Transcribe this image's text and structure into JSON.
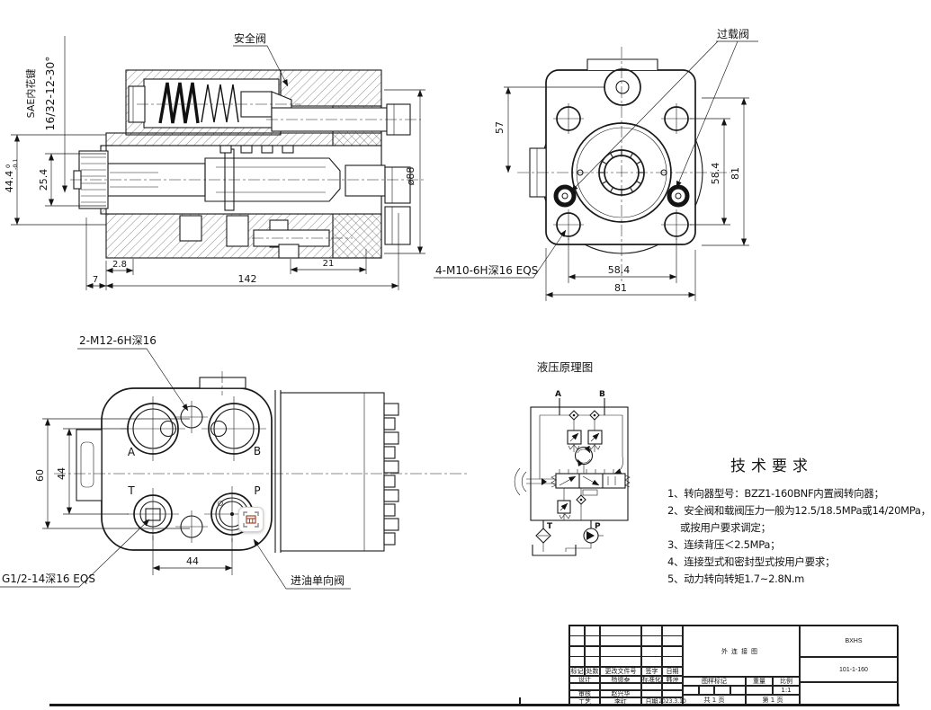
{
  "section_view": {
    "spline_label_line1": "SAE内花键",
    "spline_label_line2": "16/32-12-30°",
    "safety_valve_label": "安全阀",
    "dims": {
      "d444": "44.4",
      "d444_tol_up": "0",
      "d444_tol_dn": "-0.1",
      "d254": "25.4",
      "d28": "2.8",
      "d7": "7",
      "d142": "142",
      "d21": "21",
      "d88": "ø88"
    }
  },
  "end_view": {
    "overload_valve_label": "过载阀",
    "bolt_spec_label": "4-M10-6H深16 EQS",
    "dims": {
      "d57": "57",
      "d584_right": "58.4",
      "d81_right": "81",
      "d584_bottom": "58.4",
      "d81_bottom": "81"
    }
  },
  "port_view": {
    "m12_spec_label": "2-M12-6H深16",
    "g12_spec_label": "G1/2-14深16 EQS",
    "inlet_check_valve_label": "进油单向阀",
    "ports": {
      "a": "A",
      "b": "B",
      "t": "T",
      "p": "P"
    },
    "dims": {
      "d60": "60",
      "d44_v": "44",
      "d44_h": "44"
    }
  },
  "schematic": {
    "title": "液压原理图",
    "ports": {
      "a": "A",
      "b": "B",
      "t": "T",
      "p": "P"
    }
  },
  "tech_requirements": {
    "title": "技术要求",
    "items": [
      "1、转向器型号：BZZ1-160BNF内置阀转向器；",
      "2、安全阀和载阀压力一般为12.5/18.5MPa或14/20MPa，",
      "或按用户要求调定；",
      "3、连续背压＜2.5MPa；",
      "4、连接型式和密封型式按用户要求；",
      "5、动力转向转矩1.7~2.8N.m"
    ]
  },
  "title_block": {
    "drawing_title": "外连接图",
    "company_code": "BXHS",
    "drawing_number": "101-1-160",
    "headers": {
      "mark": "标记",
      "count": "处数",
      "change_doc_no": "更改文件号",
      "signature": "签字",
      "date": "日期"
    },
    "rows": {
      "design_label": "设计",
      "design_name": "杨德泰",
      "standardization_label": "标准化",
      "standardization_name": "韩萍",
      "check_label": "审核",
      "check_name": "赵兴华",
      "process_label": "工艺",
      "process_name": "李红",
      "date_label": "日期",
      "date_value": "2023.3.10"
    },
    "stamp": {
      "drawing_mark": "图样标记",
      "weight": "重量",
      "scale": "比例",
      "scale_value": "1:1",
      "total_pages": "共 1 页",
      "page_no": "第 1 页"
    }
  }
}
